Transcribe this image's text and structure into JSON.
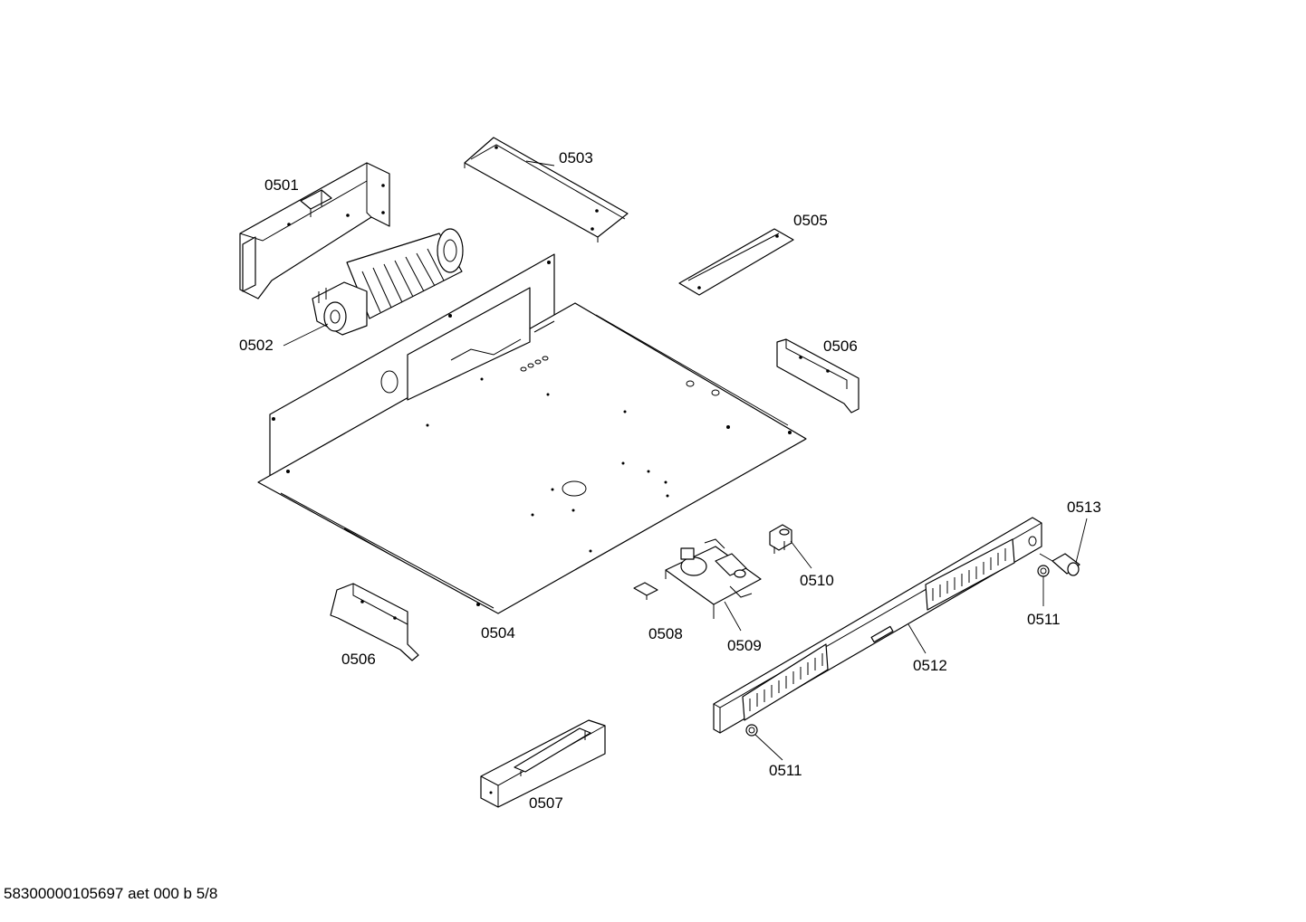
{
  "footer": "58300000105697 aet 000 b 5/8",
  "labels": {
    "p0501": "0501",
    "p0502": "0502",
    "p0503": "0503",
    "p0504": "0504",
    "p0505": "0505",
    "p0506a": "0506",
    "p0506b": "0506",
    "p0507": "0507",
    "p0508": "0508",
    "p0509": "0509",
    "p0510": "0510",
    "p0511a": "0511",
    "p0511b": "0511",
    "p0512": "0512",
    "p0513": "0513"
  }
}
